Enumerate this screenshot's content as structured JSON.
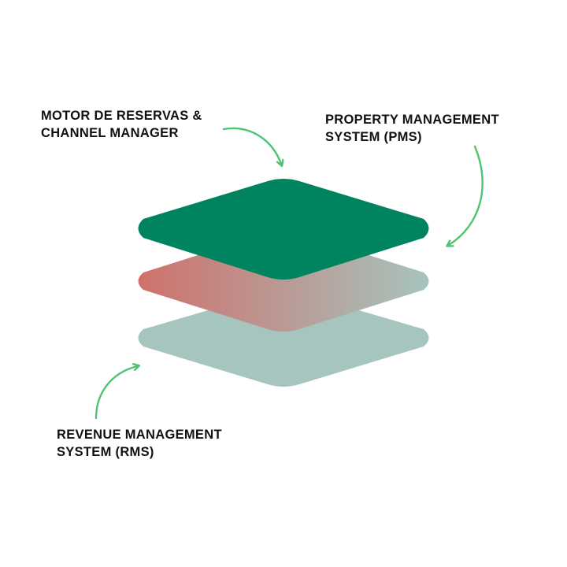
{
  "labels": {
    "booking_engine": {
      "line1": "MOTOR DE RESERVAS &",
      "line2": "CHANNEL MANAGER"
    },
    "pms": {
      "line1": "PROPERTY MANAGEMENT",
      "line2": "SYSTEM (PMS)"
    },
    "rms": {
      "line1": "REVENUE MANAGEMENT",
      "line2": "SYSTEM (RMS)"
    }
  },
  "colors": {
    "top_layer": "#008460",
    "middle_layer_start": "#D0706B",
    "middle_layer_end": "#A6C5BF",
    "bottom_layer": "#A6C5BF",
    "arrow": "#4FC273",
    "text": "#111111"
  },
  "icons": {
    "arrow": "curved-arrow-icon"
  }
}
